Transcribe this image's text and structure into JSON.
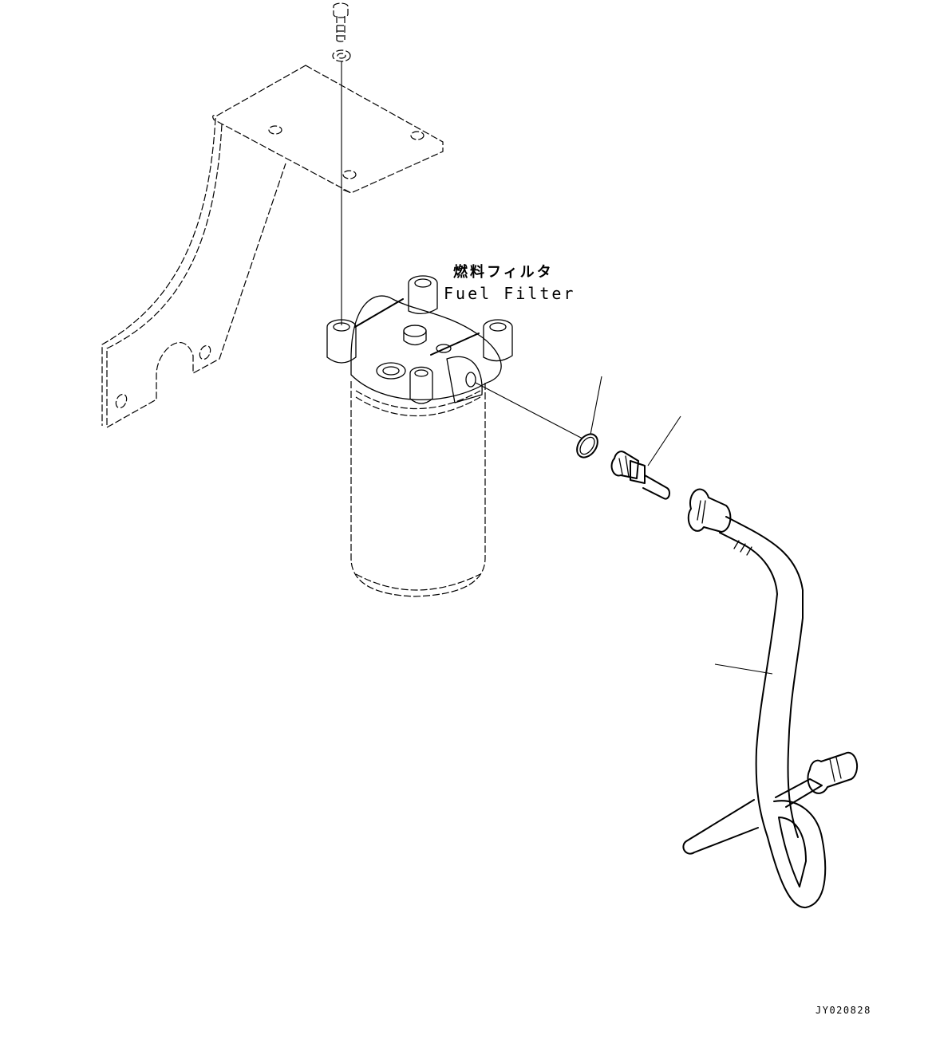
{
  "diagram": {
    "type": "exploded parts illustration",
    "labels": {
      "part_name_jp": "燃料フィルタ",
      "part_name_en": "Fuel Filter",
      "drawing_number": "JY020828"
    },
    "components": [
      {
        "id": "bolt",
        "desc": "mounting bolt"
      },
      {
        "id": "washer",
        "desc": "washer"
      },
      {
        "id": "bracket",
        "desc": "mounting bracket (dashed)"
      },
      {
        "id": "filter-head",
        "desc": "fuel filter head"
      },
      {
        "id": "filter-cartridge",
        "desc": "fuel filter cartridge (dashed)"
      },
      {
        "id": "o-ring",
        "desc": "seal ring"
      },
      {
        "id": "connector",
        "desc": "hose connector fitting"
      },
      {
        "id": "fuel-hose",
        "desc": "fuel hose assembly"
      }
    ],
    "leader_lines": 3
  }
}
